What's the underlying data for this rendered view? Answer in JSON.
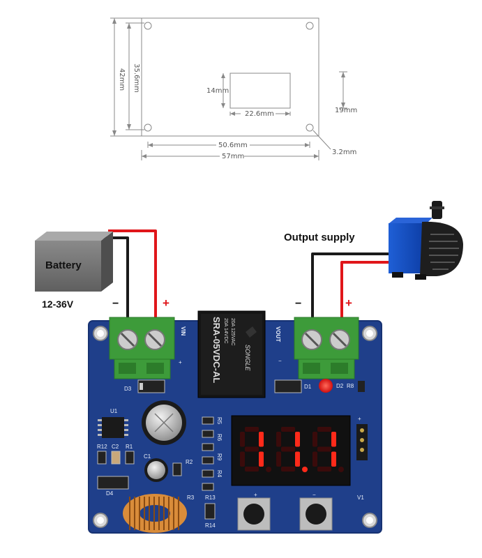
{
  "dimensions": {
    "height_outer": "42mm",
    "height_inner": "35.6mm",
    "window_height": "14mm",
    "window_width": "22.6mm",
    "offset": "19mm",
    "hole_spacing": "50.6mm",
    "width_outer": "57mm",
    "hole_diameter": "3.2mm"
  },
  "wiring": {
    "battery_label": "Battery",
    "voltage_range": "12-36V",
    "output_label": "Output supply",
    "minus_symbol": "−",
    "plus_symbol": "+",
    "vin_label": "VIN",
    "vout_label": "VOUT"
  },
  "board": {
    "relay_lines": [
      "SRA-05VDC-AL",
      "20A 14VDC",
      "20A 125VAC"
    ],
    "relay_brand": "SONGLE",
    "display_value": "11.1",
    "components": {
      "d3": "D3",
      "d1": "D1",
      "d2": "D2",
      "r8": "R8",
      "u1": "U1",
      "r12": "R12",
      "c2": "C2",
      "r1": "R1",
      "c1": "C1",
      "r2": "R2",
      "d4": "D4",
      "r3": "R3",
      "r13": "R13",
      "r14": "R14",
      "v1": "V1",
      "r5": "R5",
      "r6": "R6",
      "r9": "R9",
      "r4": "R4"
    },
    "button_plus": "+",
    "button_minus": "−"
  },
  "colors": {
    "pcb": "#1f3f8a",
    "terminal": "#3d9b3a",
    "wire_red": "#e0161a",
    "wire_black": "#1a1a1a",
    "led_on": "#ff2a1a",
    "led_off": "#3a0b0b"
  }
}
